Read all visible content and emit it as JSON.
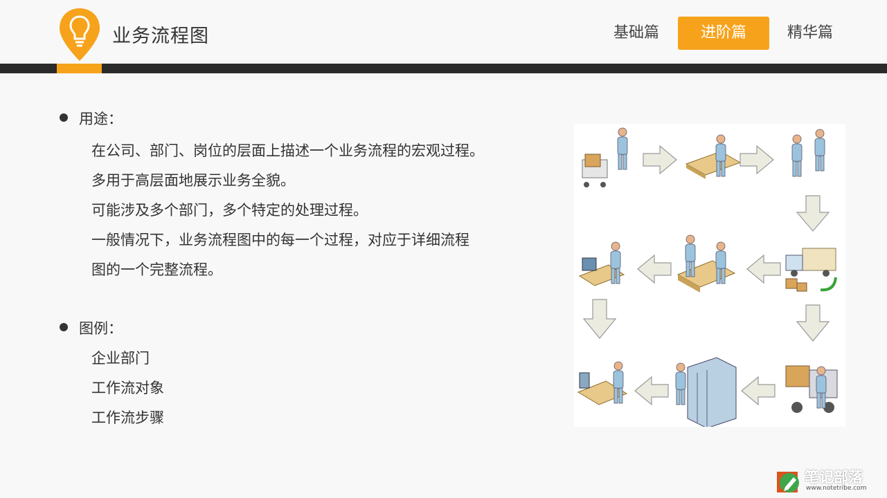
{
  "header": {
    "title": "业务流程图",
    "tabs": [
      {
        "label": "基础篇",
        "active": false
      },
      {
        "label": "进阶篇",
        "active": true
      },
      {
        "label": "精华篇",
        "active": false
      }
    ]
  },
  "colors": {
    "accent": "#f7a21b",
    "dark_bar": "#2b2b2b",
    "text": "#333333"
  },
  "content": {
    "usage": {
      "label": "用途：",
      "lines": [
        "在公司、部门、岗位的层面上描述一个业务流程的宏观过程。",
        "多用于高层面地展示业务全貌。",
        "可能涉及多个部门，多个特定的处理过程。",
        "一般情况下，业务流程图中的每一个过程，对应于详细流程",
        "图的一个完整流程。"
      ]
    },
    "legend": {
      "label": "图例：",
      "items": [
        "企业部门",
        "工作流对象",
        "工作流步骤"
      ]
    }
  },
  "watermark": {
    "brand": "笔记部落",
    "url": "www.notetribe.com"
  }
}
